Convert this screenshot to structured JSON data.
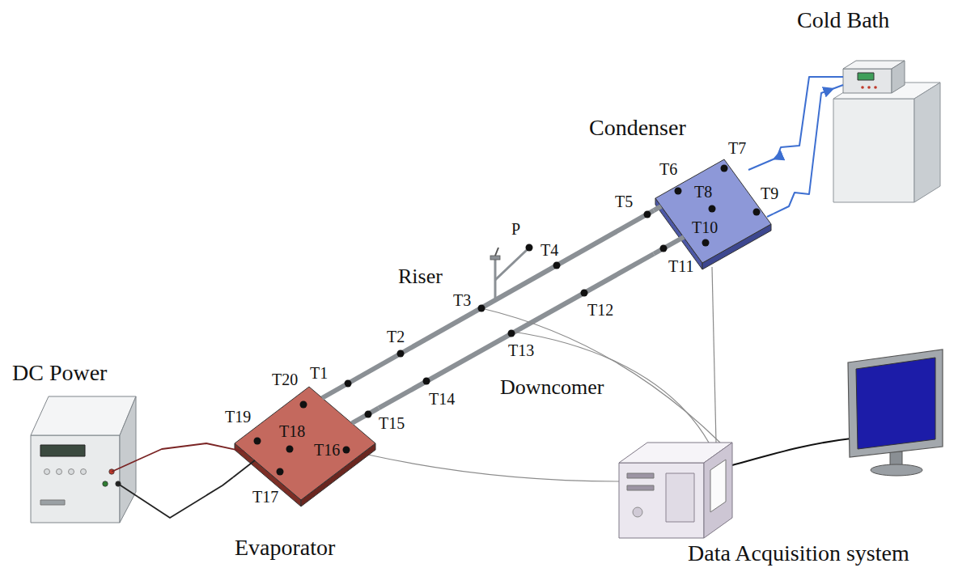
{
  "diagram": {
    "nodes": [
      {
        "text": [
          "Cold Bath"
        ]
      },
      {
        "text": [
          "Condenser"
        ]
      },
      {
        "text": [
          "DC Power"
        ]
      },
      {
        "text": [
          "Evaporator"
        ]
      },
      {
        "text": [
          "Data Acquisition system"
        ]
      }
    ],
    "edges": [
      {
        "from": 3,
        "to": 1,
        "arrow": "none"
      },
      {
        "from": 1,
        "to": 3,
        "arrow": "none"
      },
      {
        "from": 0,
        "to": 1,
        "arrow": "to"
      },
      {
        "from": 1,
        "to": 0,
        "arrow": "to"
      },
      {
        "from": 2,
        "to": 3,
        "arrow": "none"
      },
      {
        "from": 2,
        "to": 3,
        "arrow": "none"
      }
    ],
    "labels": [
      "T1",
      "T2",
      "T3",
      "T4",
      "T5",
      "T6",
      "T7",
      "T8",
      "T9",
      "T10",
      "T11",
      "T12",
      "T13",
      "T14",
      "T15",
      "T16",
      "T17",
      "T18",
      "T19",
      "T20",
      "P",
      "Riser",
      "Downcomer"
    ]
  }
}
